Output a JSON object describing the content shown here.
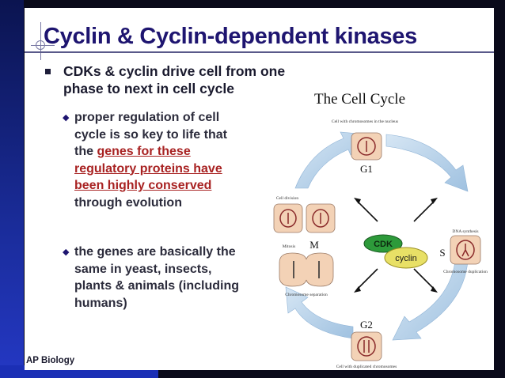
{
  "slide": {
    "title": "Cyclin & Cyclin-dependent kinases",
    "bullet_main": "CDKs & cyclin drive cell from one phase to next in cell cycle",
    "sub_bullets": [
      {
        "before": "proper regulation of cell cycle is so key to life that the ",
        "highlight": "genes for these regulatory proteins have been highly conserved",
        "after": " through evolution"
      },
      {
        "text": "the genes are basically the same in yeast, insects, plants & animals (including humans)"
      }
    ],
    "footer": "AP Biology",
    "sub_marker": "◆"
  },
  "diagram": {
    "title": "The Cell Cycle",
    "top_caption": "Cell with chromosomes in the nucleus",
    "phases": {
      "g1": "G1",
      "s": "S",
      "g2": "G2",
      "m": "M"
    },
    "captions": {
      "dna_synthesis": "DNA synthesis",
      "chromosome_duplication": "Chromosome duplication",
      "cell_division": "Cell division",
      "mitosis": "Mitosis",
      "chromosome_separation": "Chromosome separation",
      "g2_cell": "Cell with duplicated chromosomes"
    },
    "center": {
      "cdk": "CDK",
      "cyclin": "cyclin"
    },
    "colors": {
      "arrow": "#b9d3ea",
      "cell_fill": "#f3d2b6",
      "cdk": "#2d9a3a",
      "cyclin": "#e8e066",
      "title": "#1e1570",
      "highlight": "#a82222"
    }
  }
}
